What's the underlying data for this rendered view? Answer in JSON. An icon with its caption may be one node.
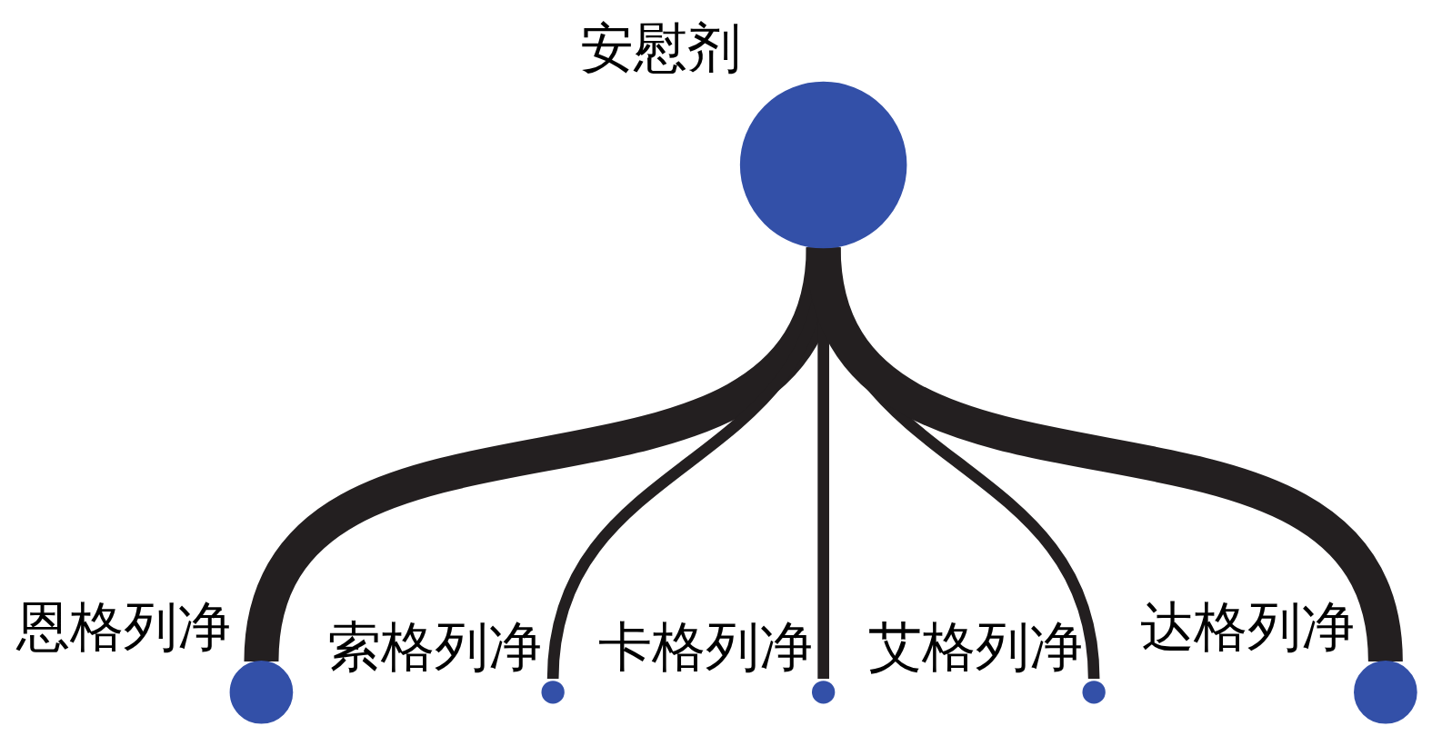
{
  "diagram": {
    "nodes": [
      {
        "text": [
          "恩格列净"
        ]
      },
      {
        "text": [
          "安慰剂"
        ]
      },
      {
        "text": [
          "索格列净"
        ]
      },
      {
        "text": [
          "卡格列净"
        ]
      },
      {
        "text": [
          "艾格列净"
        ]
      },
      {
        "text": [
          "达格列净"
        ]
      }
    ],
    "edges": [
      {
        "from": 1,
        "to": 0,
        "arrow": "none",
        "style": "thick"
      },
      {
        "from": 1,
        "to": 2,
        "arrow": "none"
      },
      {
        "from": 1,
        "to": 4,
        "arrow": "none"
      },
      {
        "from": 1,
        "to": 5,
        "arrow": "none",
        "style": "thick"
      },
      {
        "from": 1,
        "to": 3,
        "arrow": "none"
      }
    ]
  }
}
